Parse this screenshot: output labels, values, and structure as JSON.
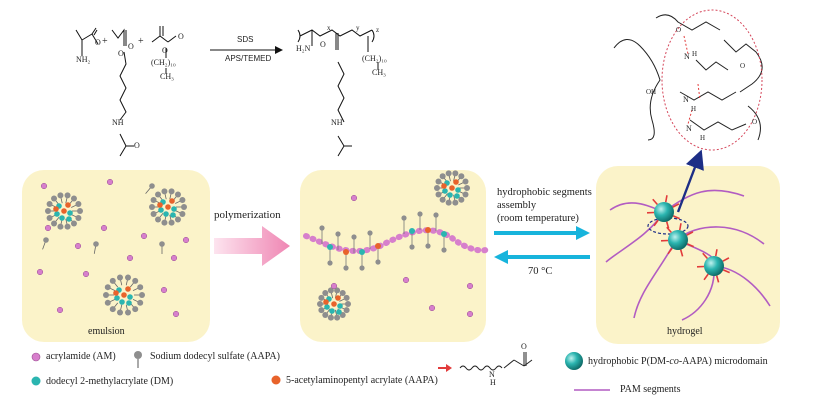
{
  "reaction": {
    "catalyst_top": "SDS",
    "catalyst_bottom": "APS/TEMED",
    "plus_1": "+",
    "plus_2": "+",
    "am_nh2": "NH₂",
    "am_o": "O",
    "dm_o1": "O",
    "dm_o2": "O",
    "dm_chain": "(CH₂)₁₀",
    "dm_ch3": "CH₃",
    "aapa_o1": "O",
    "aapa_o2": "O",
    "aapa_nh": "NH",
    "aapa_o3": "O",
    "poly_h2n": "H₂N",
    "poly_o1": "O",
    "poly_x": "x",
    "poly_y": "y",
    "poly_z": "z",
    "poly_nh": "NH",
    "poly_chain": "(CH₂)₁₀",
    "poly_ch3": "CH₃"
  },
  "structure_top_right": {
    "n1": "N",
    "n2": "N",
    "n3": "N",
    "h1": "H",
    "h2": "H",
    "h3": "H",
    "oh": "OH",
    "o1": "O",
    "o2": "O",
    "o3": "O"
  },
  "panels": {
    "emulsion_label": "emulsion",
    "hydrogel_label": "hydrogel"
  },
  "arrows": {
    "polymerization": "polymerization",
    "assembly_line1": "hydrophobic segments",
    "assembly_line2": "assembly",
    "assembly_line3": "(room temperature)",
    "reverse_temp": "70 °C"
  },
  "legend": {
    "am": "acrylamide (AM)",
    "sds": "Sodium dodecyl sulfate (AAPA)",
    "dm": "dodecyl 2-methylacrylate (DM)",
    "aapa": "5-acetylaminopentyl acrylate (AAPA)",
    "microdomain_prefix": "hydrophobic P(DM-",
    "microdomain_co": "co",
    "microdomain_suffix": "-AAPA) microdomain",
    "pam": "PAM segments",
    "side_n": "N",
    "side_h": "H",
    "side_o": "O"
  },
  "colors": {
    "panel_fill": "#fbf3c9",
    "am_pink": "#d77fcc",
    "sds_gray": "#8e8e8e",
    "dm_teal": "#2bb5b0",
    "aapa_orange": "#e8632b",
    "arrow_cyan": "#17b4dc",
    "arrow_pink": "#f4a7c8",
    "pam_purple": "#b25cc2",
    "hbond_red": "#e23b3b",
    "navy": "#1d2e86"
  }
}
